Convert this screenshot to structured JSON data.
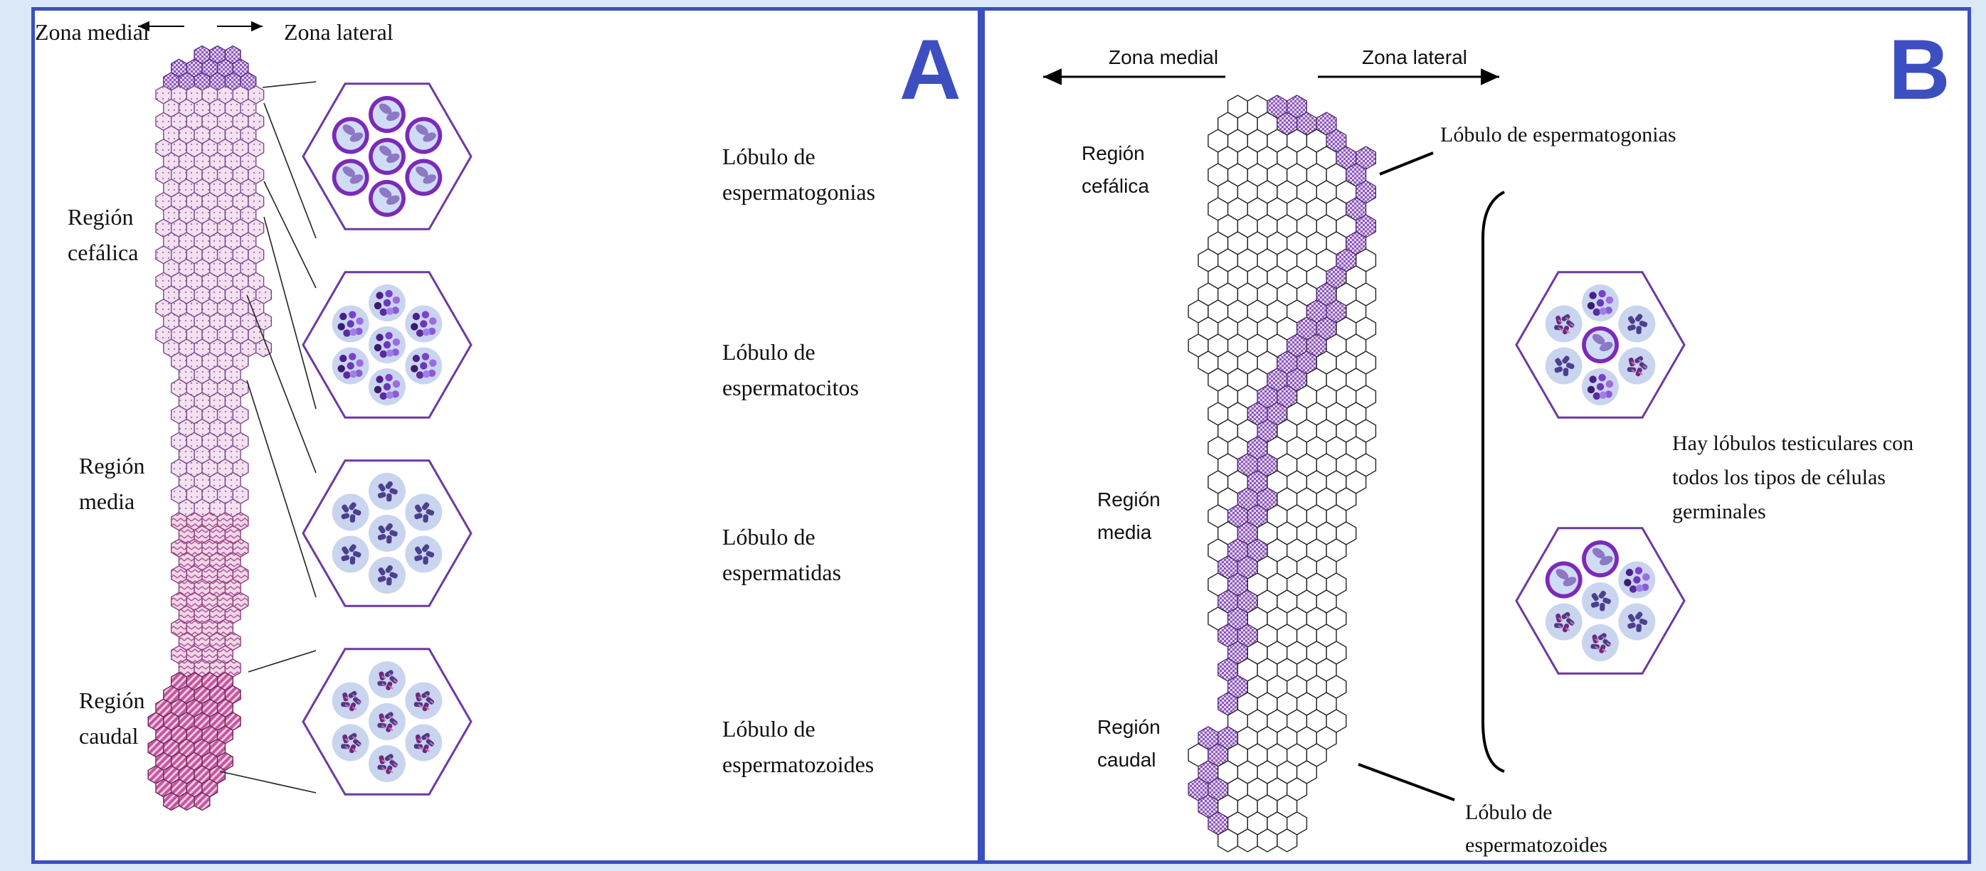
{
  "panel_a": {
    "letter": "A",
    "zona_medial": "Zona medial",
    "zona_lateral": "Zona lateral",
    "region_cefalica": [
      "Región",
      "cefálica"
    ],
    "region_media": [
      "Región",
      "media"
    ],
    "region_caudal": [
      "Región",
      "caudal"
    ],
    "lobulo_espermatogonias": [
      "Lóbulo de",
      "espermatogonias"
    ],
    "lobulo_espermatocitos": [
      "Lóbulo de",
      "espermatocitos"
    ],
    "lobulo_espermatidas": [
      "Lóbulo de",
      "espermatidas"
    ],
    "lobulo_espermatozoides": [
      "Lóbulo de",
      "espermatozoides"
    ]
  },
  "panel_b": {
    "letter": "B",
    "zona_medial": "Zona medial",
    "zona_lateral": "Zona lateral",
    "region_cefalica": [
      "Región",
      "cefálica"
    ],
    "region_media": [
      "Región",
      "media"
    ],
    "region_caudal": [
      "Región",
      "caudal"
    ],
    "lobulo_espermatogonias": "Lóbulo de espermatogonias",
    "lobulo_espermatozoides": [
      "Lóbulo de",
      "espermatozoides"
    ],
    "nota": [
      "Hay lóbulos testiculares con",
      "todos los tipos de células",
      "germinales"
    ]
  },
  "colors": {
    "panel_border": "#3d4fc0",
    "background": "#dbe8f6",
    "spermatogonia": "#7c2ab8",
    "spermatocyte": "#6b3fa0",
    "spermatid": "#4b3f8e",
    "spermatozoa": "#b2477e",
    "cyst_fill": "#c9d4ef",
    "light_pink": "#f3e1ef",
    "caudal_magenta": "#c0589e"
  }
}
